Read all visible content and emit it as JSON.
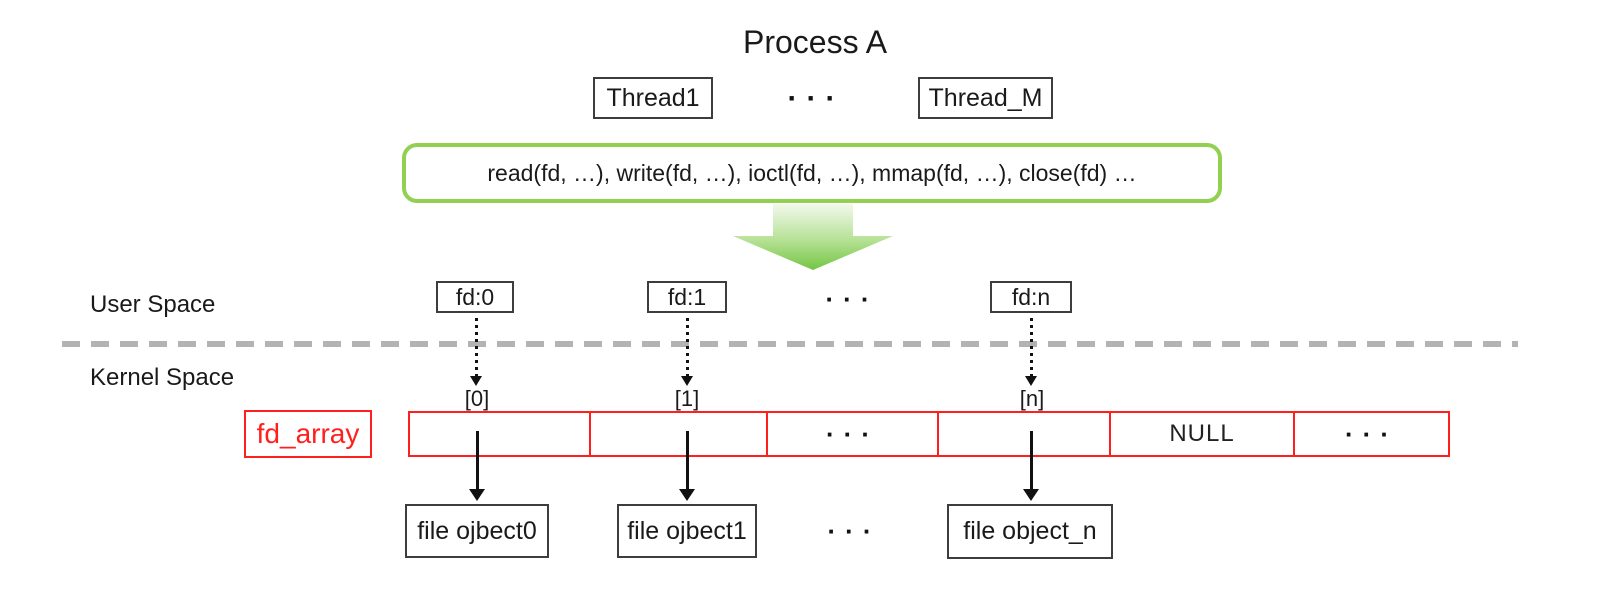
{
  "title": "Process A",
  "dots": "···",
  "threads": {
    "items": [
      "Thread1",
      "Thread_M"
    ]
  },
  "syscalls": {
    "text": "read(fd, …), write(fd, …), ioctl(fd, …), mmap(fd, …), close(fd) …"
  },
  "regions": {
    "user": "User Space",
    "kernel": "Kernel Space"
  },
  "fds": {
    "items": [
      "fd:0",
      "fd:1",
      "fd:n"
    ]
  },
  "fd_array": {
    "label": "fd_array",
    "indices": [
      "[0]",
      "[1]",
      "[n]"
    ],
    "cells": [
      "",
      "",
      "···",
      "",
      "NULL",
      "···"
    ]
  },
  "file_objects": {
    "items": [
      "file ojbect0",
      "file ojbect1",
      "file object_n"
    ]
  },
  "colors": {
    "green_accent": "#92d050",
    "red_accent": "#ff1f1f",
    "boundary_gray": "#b3b3b3",
    "text": "#1a1a1a"
  }
}
